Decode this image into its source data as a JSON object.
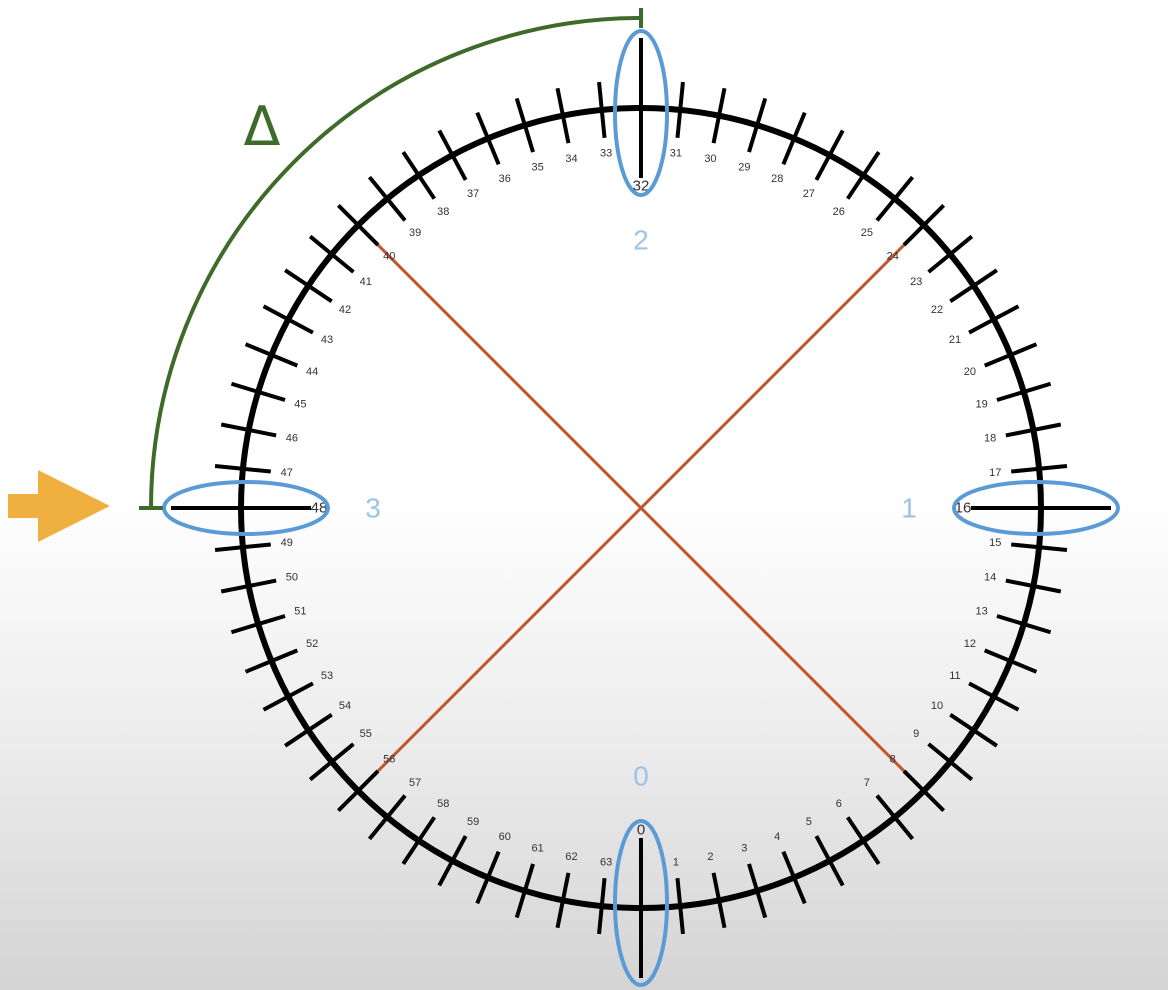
{
  "diagram": {
    "ring_ticks": 64,
    "tick_labels": [
      "0",
      "1",
      "2",
      "3",
      "4",
      "5",
      "6",
      "7",
      "8",
      "9",
      "10",
      "11",
      "12",
      "13",
      "14",
      "15",
      "16",
      "17",
      "18",
      "19",
      "20",
      "21",
      "22",
      "23",
      "24",
      "25",
      "26",
      "27",
      "28",
      "29",
      "30",
      "31",
      "32",
      "33",
      "34",
      "35",
      "36",
      "37",
      "38",
      "39",
      "40",
      "41",
      "42",
      "43",
      "44",
      "45",
      "46",
      "47",
      "48",
      "49",
      "50",
      "51",
      "52",
      "53",
      "54",
      "55",
      "56",
      "57",
      "58",
      "59",
      "60",
      "61",
      "62",
      "63"
    ],
    "highlighted_ticks": [
      "0",
      "16",
      "32",
      "48"
    ],
    "quadrant_labels": [
      "0",
      "1",
      "2",
      "3"
    ],
    "delta_symbol": "Δ",
    "colors": {
      "ring": "#000000",
      "highlight": "#5b9bd5",
      "quadrant_label": "#9cc3e8",
      "divider": "#c0562e",
      "delta_arc": "#3f6b2a",
      "arrow": "#f0b040"
    },
    "arrow_icon": "arrow-right-icon"
  }
}
